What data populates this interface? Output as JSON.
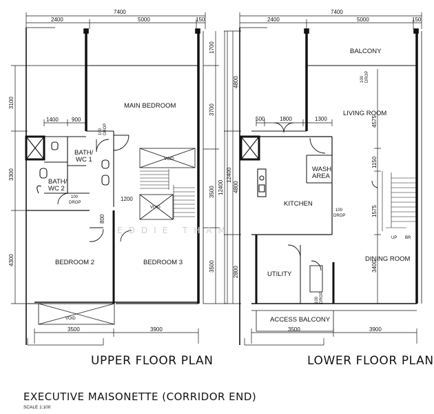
{
  "upper": {
    "title": "UPPER FLOOR PLAN",
    "dims": {
      "top_total": "7400",
      "top_left": "2400",
      "top_mid": "5000",
      "top_right": "150",
      "right_a": "1700",
      "right_b": "3700",
      "right_c": "3500",
      "right_d": "3500",
      "right_total": "12400",
      "left_a": "3100",
      "left_b": "3300",
      "left_c": "4300",
      "bath_w1": "1400",
      "bath_w2": "900",
      "passage": "1200",
      "door": "800",
      "bottom_left": "3500",
      "bottom_right": "3900"
    },
    "rooms": {
      "main_bedroom": "MAIN BEDROOM",
      "bath1_a": "BATH/",
      "bath1_b": "WC 1",
      "bath2_a": "BATH/",
      "bath2_b": "WC 2",
      "bedroom2": "BEDROOM 2",
      "bedroom3": "BEDROOM 3",
      "void1": "VOID",
      "void2": "VOID",
      "void3": "VOID"
    },
    "drops": {
      "d100a": "100",
      "dropa": "DROP",
      "d100b": "100",
      "dropb": "DROP"
    }
  },
  "lower": {
    "title": "LOWER FLOOR PLAN",
    "dims": {
      "top_total": "7400",
      "top_left": "2400",
      "top_mid": "5000",
      "top_right": "150",
      "left_a": "4800",
      "left_b": "4800",
      "left_total": "12400",
      "left_c": "2800",
      "w500": "500",
      "w1800": "1800",
      "w1300": "1300",
      "r4575": "4575",
      "r1150": "1150",
      "r1575": "1575",
      "r3400": "3400",
      "bottom_left": "3500",
      "bottom_right": "3900"
    },
    "rooms": {
      "balcony": "BALCONY",
      "living": "LIVING ROOM",
      "wash_a": "WASH",
      "wash_b": "AREA",
      "kitchen": "KITCHEN",
      "utility": "UTILITY",
      "dining": "DINING ROOM",
      "access": "ACCESS BALCONY",
      "up": "UP",
      "br": "BR"
    },
    "drops": {
      "d100a": "100",
      "dropa": "DROP",
      "d100b": "100",
      "dropb": "DROP",
      "d100c": "100",
      "dropc": "DROP"
    }
  },
  "watermark": "EDDIE THAM",
  "main_title": "EXECUTIVE MAISONETTE (CORRIDOR END)",
  "scale": "SCALE  1:100"
}
